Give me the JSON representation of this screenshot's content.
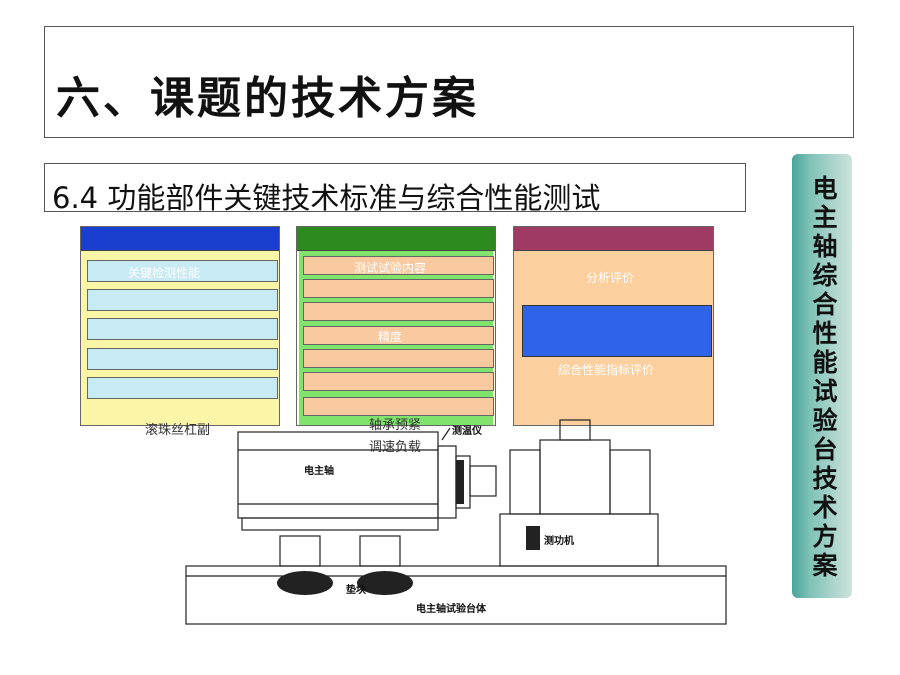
{
  "slide": {
    "title": "六、课题的技术方案",
    "subtitle": "6.4 功能部件关键技术标准与综合性能测试",
    "sidebar_label": "电主轴综合性能试验台技术方案"
  },
  "panels": {
    "left": {
      "items": [
        "关键检测性能",
        "",
        "",
        "",
        ""
      ],
      "bottom_text": "滚珠丝杠副",
      "header_color": "#1a3fd0",
      "body_color": "#fbf5a8",
      "item_color": "#c8eaf4"
    },
    "middle": {
      "items": [
        "测试试验内容",
        "精度",
        "",
        "",
        "",
        "",
        "",
        ""
      ],
      "bottom_items": [
        "轴承预紧",
        "调速负载"
      ],
      "header_color": "#2d8a1e",
      "item_color": "#f9c9a0"
    },
    "right": {
      "top_text": "分析评价",
      "bottom_text": "综合性能指标评价",
      "header_color": "#9e3a63",
      "body_color": "#fbcf9e",
      "block_color": "#2f63e8"
    }
  },
  "diagram": {
    "labels": {
      "spindle": "电主轴",
      "dynamometer": "测功机",
      "sensor": "测温仪",
      "pad": "垫块",
      "base": "电主轴试验台体"
    }
  },
  "colors": {
    "sidebar_gradient_start": "#4aa39a",
    "sidebar_gradient_end": "#cfe3dd"
  }
}
